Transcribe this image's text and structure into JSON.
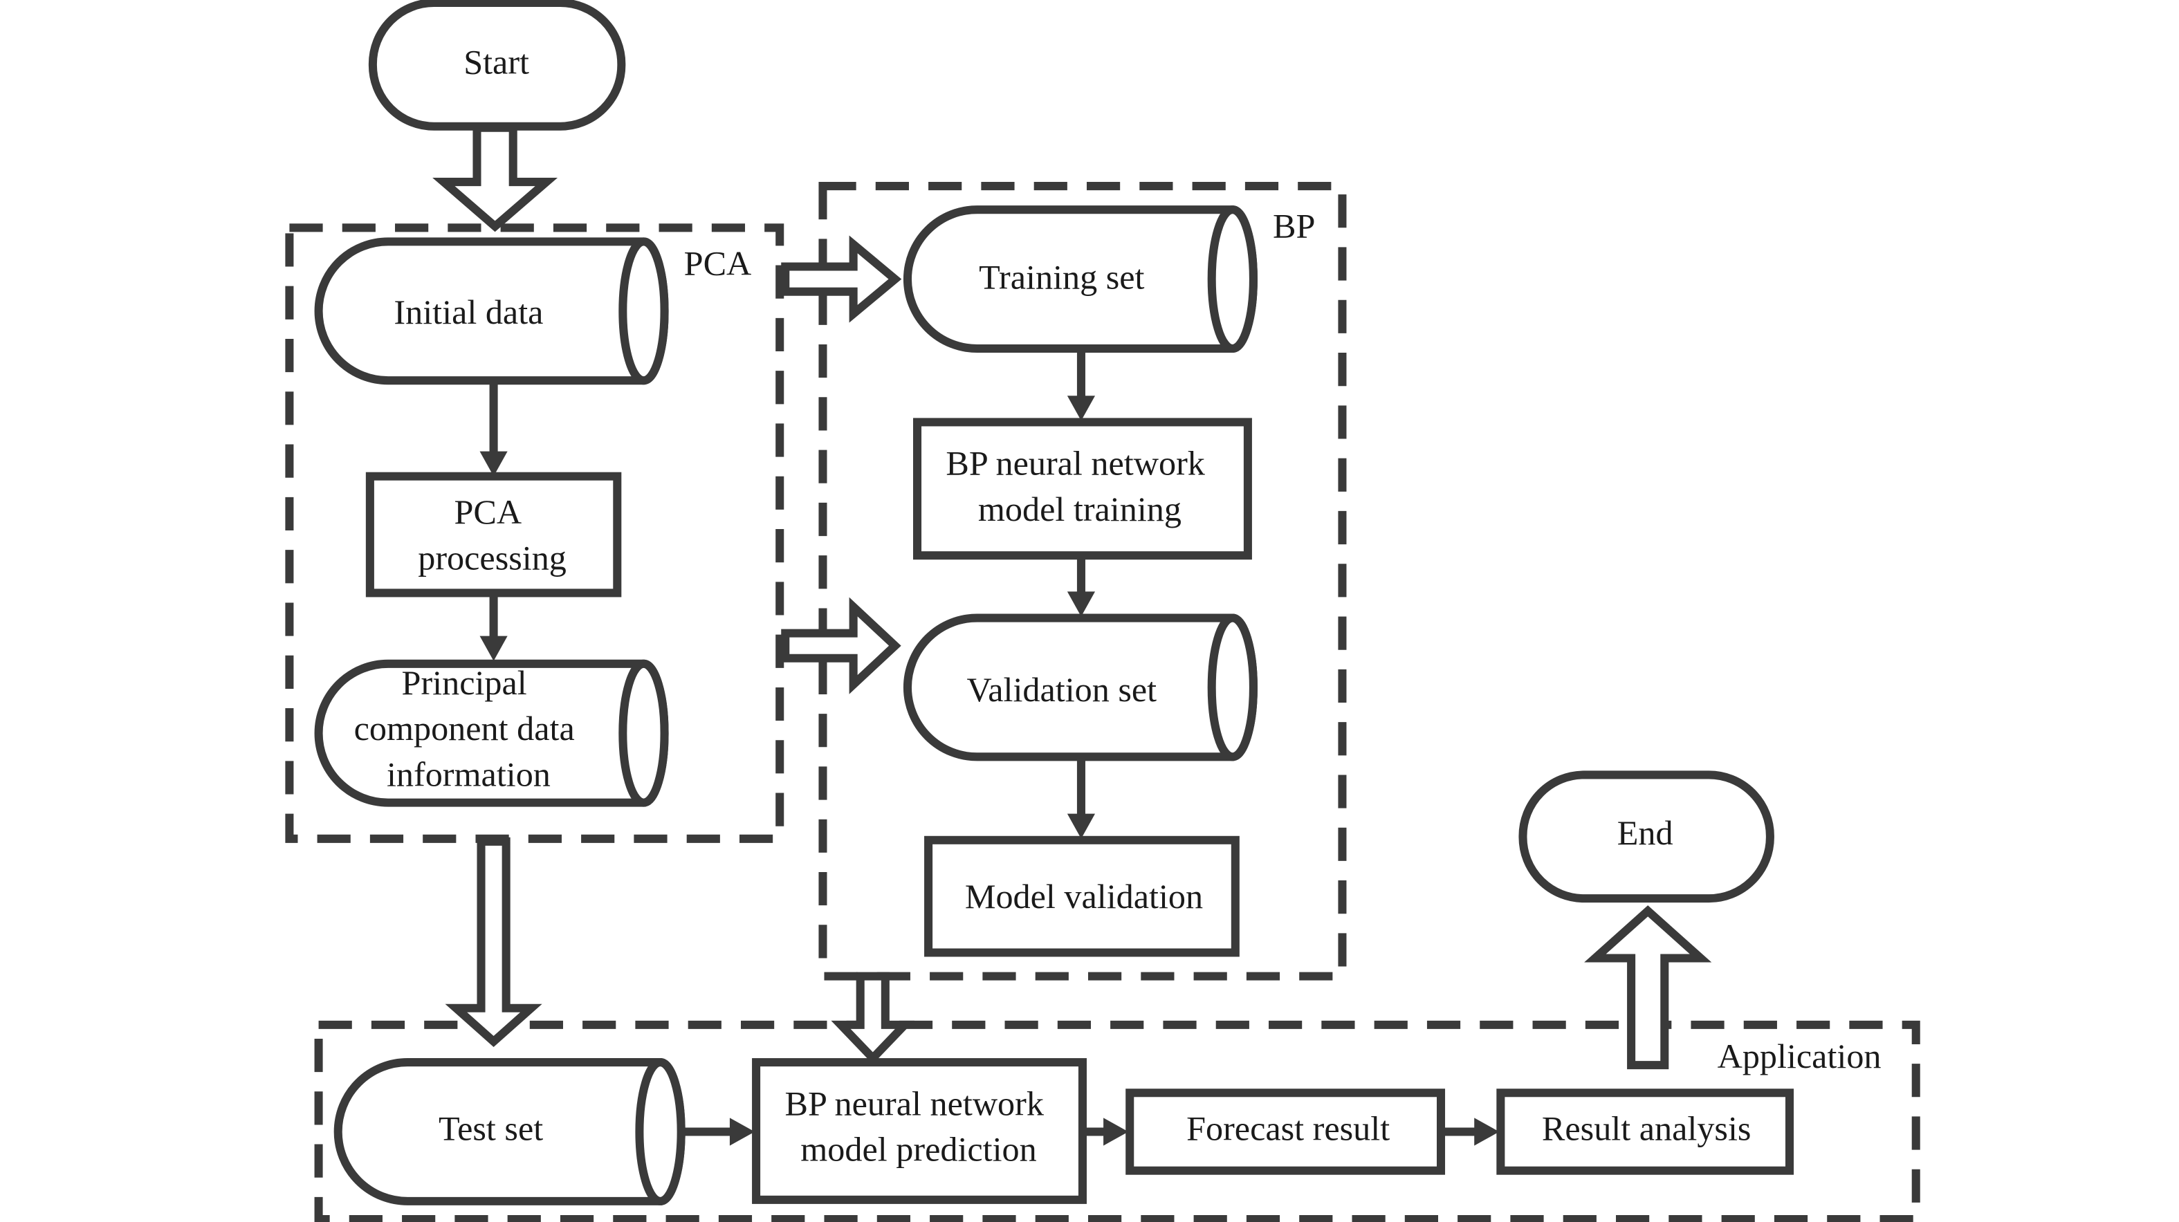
{
  "nodes": {
    "start": "Start",
    "end": "End",
    "initial_data": "Initial data",
    "pca_processing": [
      "PCA",
      "processing"
    ],
    "principal_component": [
      "Principal",
      "component data",
      "information"
    ],
    "training_set": "Training set",
    "bp_training": [
      "BP neural network",
      "model training"
    ],
    "validation_set": "Validation set",
    "model_validation": "Model validation",
    "test_set": "Test set",
    "bp_prediction": [
      "BP neural network",
      "model prediction"
    ],
    "forecast_result": "Forecast result",
    "result_analysis": "Result analysis"
  },
  "groups": {
    "pca": "PCA",
    "bp": "BP",
    "application": "Application"
  }
}
